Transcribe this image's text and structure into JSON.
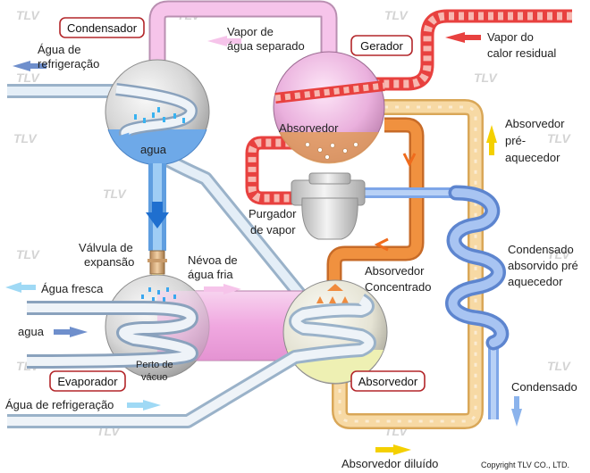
{
  "watermark": "TLV",
  "component_labels": {
    "condensador": "Condensador",
    "gerador": "Gerador",
    "evaporador": "Evaporador",
    "absorvedor": "Absorvedor"
  },
  "labels": {
    "agua_refrig_top_1": "Água de",
    "agua_refrig_top_2": "refrigeração",
    "vapor_separado_1": "Vapor de",
    "vapor_separado_2": "água separado",
    "vapor_residual_1": "Vapor do",
    "vapor_residual_2": "calor residual",
    "absorvedor_gen": "Absorvedor",
    "agua_cond": "agua",
    "absorvedor_pre_1": "Absorvedor",
    "absorvedor_pre_2": "pré-",
    "absorvedor_pre_3": "aquecedor",
    "purgador_1": "Purgador",
    "purgador_2": "de vapor",
    "valvula_1": "Válvula de",
    "valvula_2": "expansão",
    "nevoa_1": "Névoa de",
    "nevoa_2": "água fria",
    "absorvedor_conc_1": "Absorvedor",
    "absorvedor_conc_2": "Concentrado",
    "condensado_abs_1": "Condensado",
    "condensado_abs_2": "absorvido pré",
    "condensado_abs_3": "aquecedor",
    "agua_fresca": "Água fresca",
    "agua_in": "agua",
    "perto_vacuo_1": "Perto de",
    "perto_vacuo_2": "vácuo",
    "condensado": "Condensado",
    "agua_refrig_bottom": "Água de refrigeração",
    "absorvedor_diluido": "Absorvedor diluído",
    "copyright": "Copyright TLV CO., LTD."
  },
  "colors": {
    "vapor_pipe": "#f5b9e6",
    "steam_pipe": "#e8413f",
    "water_pipe": "#9fc6ef",
    "concentrated_pipe": "#ef8a3c",
    "diluted_pipe": "#f5cf8e",
    "condensate": "#7ea6e8",
    "arrow_yellow": "#f4d000",
    "arrow_blue": "#7b93c9",
    "box_border": "#b3262a"
  }
}
